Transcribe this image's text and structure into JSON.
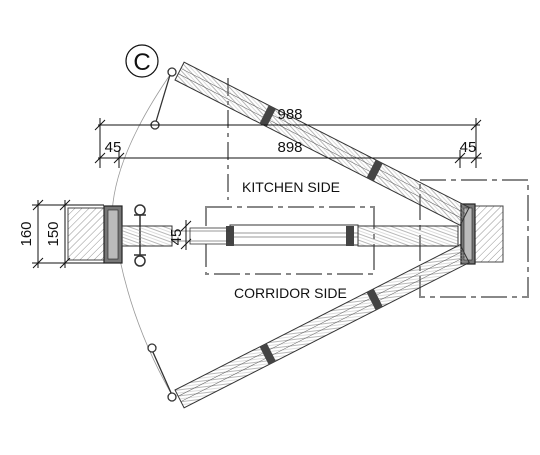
{
  "detail": {
    "marker": "C"
  },
  "dimensions": {
    "overall_width": "988",
    "leaf_width": "898",
    "left_offset": "45",
    "right_offset": "45",
    "wall_outer": "160",
    "wall_inner": "150",
    "leaf_thickness": "45"
  },
  "labels": {
    "kitchen": "KITCHEN SIDE",
    "corridor": "CORRIDOR SIDE"
  }
}
